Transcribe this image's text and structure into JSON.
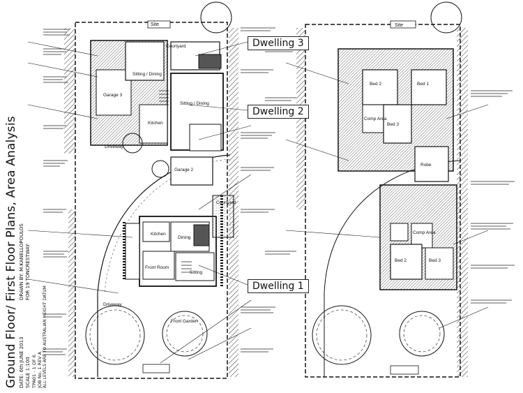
{
  "sheet": {
    "title": "Ground Floor/ First Floor Plans, Area Analysis",
    "drawn_by": "DRAWN BY: M.KANELLOPOULOS",
    "drawn_for": "FOR 19 TONCRESTWAY",
    "date": "DATE: 6th JUNE 2013",
    "scale": "SCALE 1:100",
    "page": "TPA01 - 1 OF 6",
    "revision": "JOB No. 1 REV A",
    "note": "ALL LEVELS ARE TO AUSTRALIAN HEIGHT DATUM"
  },
  "callouts": {
    "dwelling1": "Dwelling 1",
    "dwelling2": "Dwelling 2",
    "dwelling3": "Dwelling 3"
  },
  "rooms": {
    "garage3": "Garage 3",
    "garage2": "Garage 2",
    "sitting_dining": "Sitting / Dining",
    "sitting_dining2": "Sitting / Dining",
    "kitchen": "Kitchen",
    "kitchen1": "Kitchen",
    "dining": "Dining",
    "sitting": "Sitting",
    "front_room": "Front Room",
    "courtyard1": "Courtyard",
    "courtyard2": "Courtyard",
    "driveway": "Driveway",
    "driveway2": "Driveway",
    "front_garden": "Front Garden",
    "bed1": "Bed 1",
    "bed2": "Bed 2",
    "bed3": "Bed 3",
    "bed2b": "Bed 2",
    "bed3b": "Bed 3",
    "comp_area": "Comp Area",
    "comp_area2": "Comp Area",
    "robe": "Robe"
  },
  "site": {
    "title_ground": "Site",
    "title_first": "Site"
  }
}
